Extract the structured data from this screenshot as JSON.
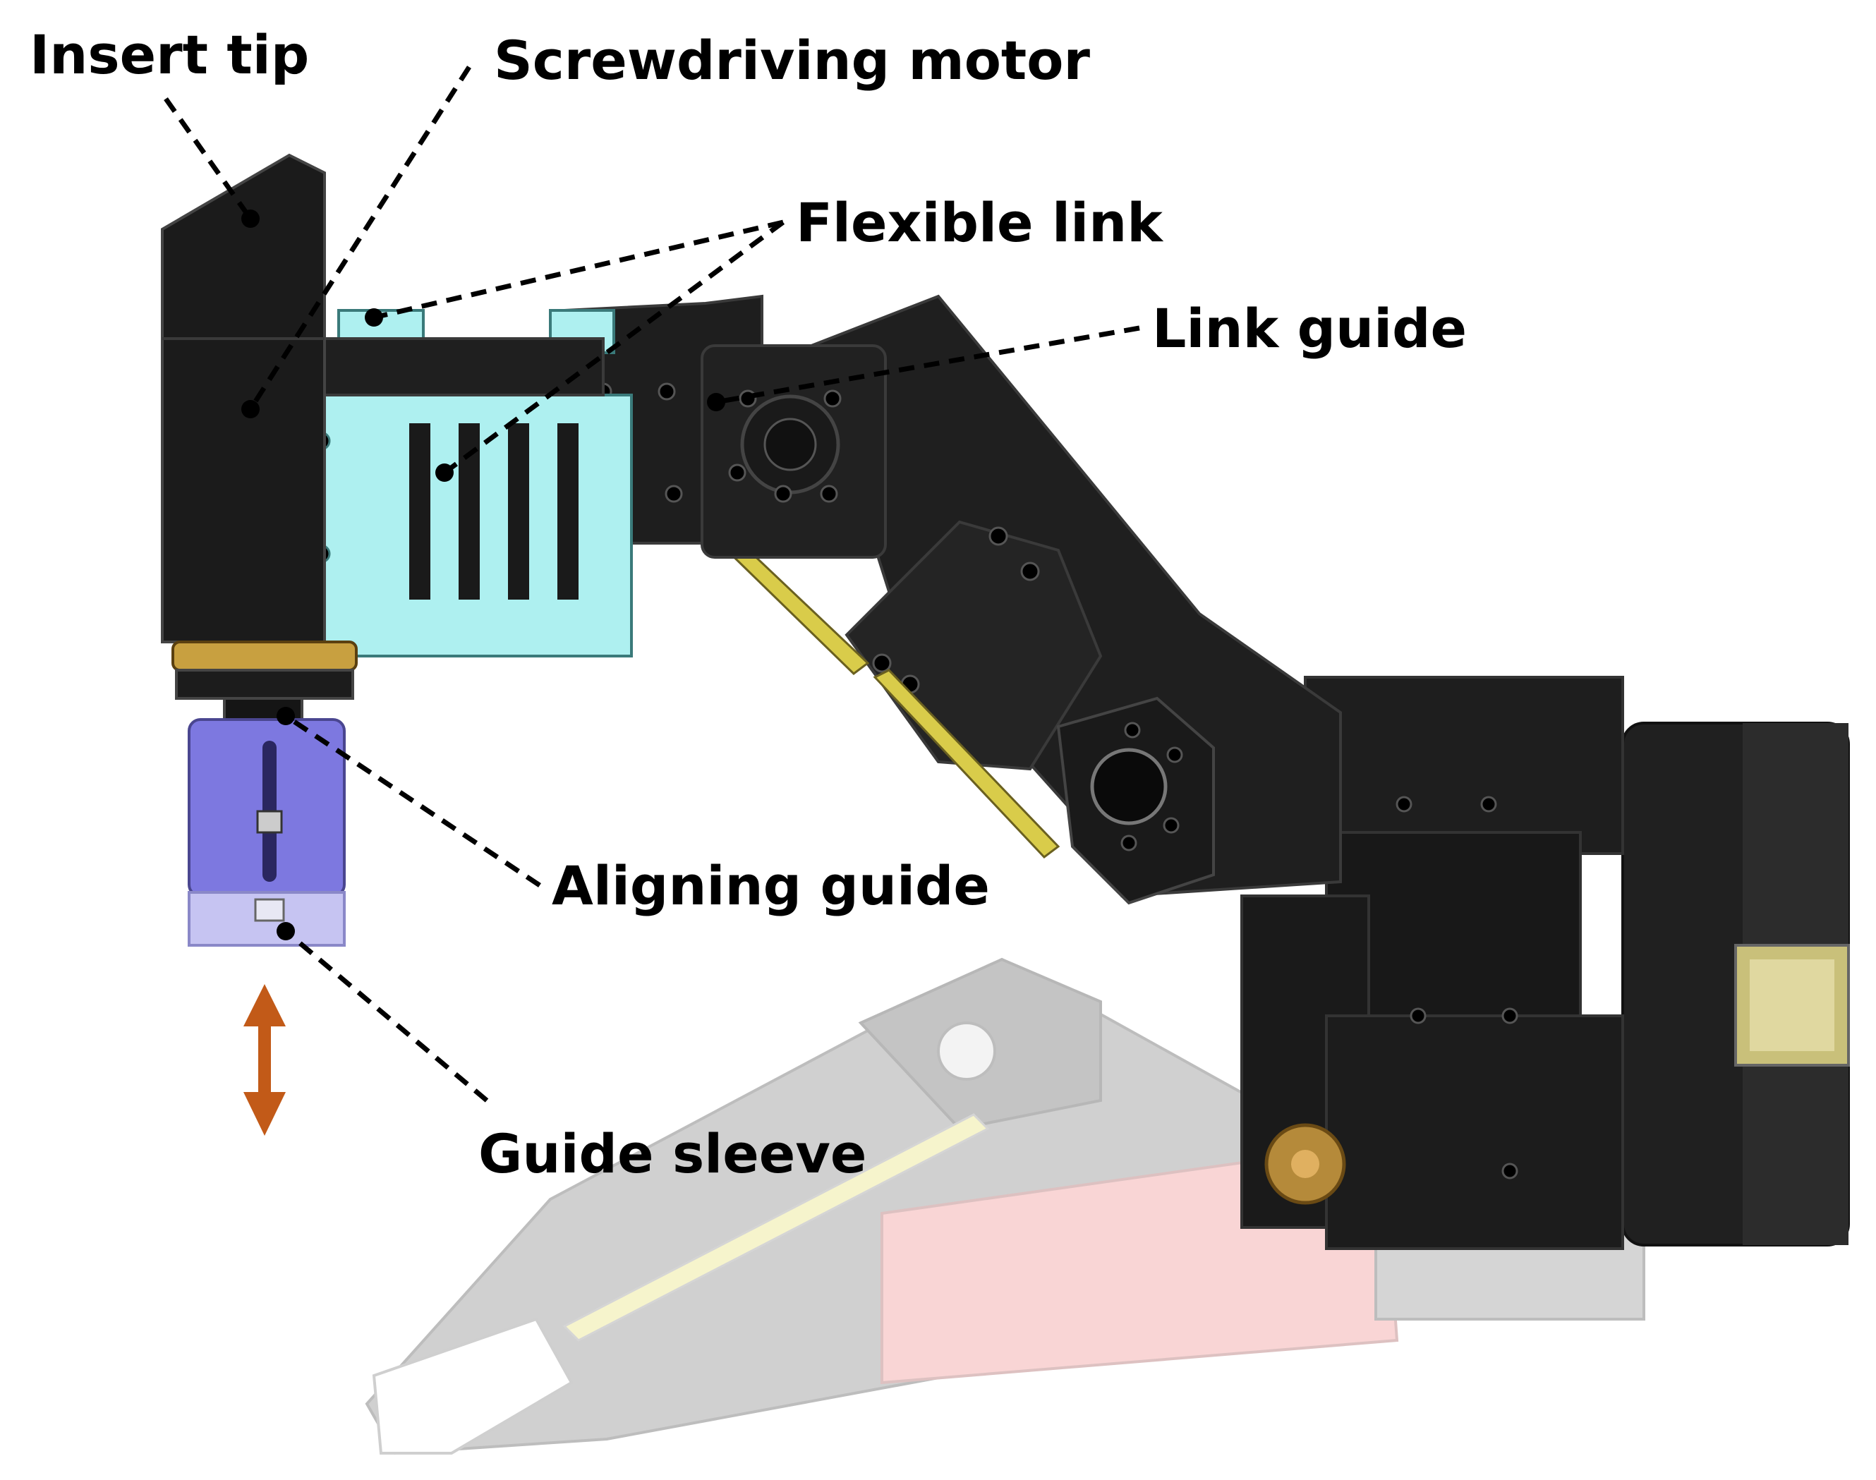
{
  "labels": {
    "insert_tip": "Insert tip",
    "screwdriving_motor": "Screwdriving motor",
    "flexible_link": "Flexible link",
    "link_guide": "Link guide",
    "aligning_guide": "Aligning guide",
    "guide_sleeve": "Guide sleeve"
  },
  "colors": {
    "body": "#1c1c1c",
    "body_edge": "#3a3a3a",
    "link_cyan": "#aef0f0",
    "guide_blue": "#7d78e0",
    "sleeve_light": "#c6c4f2",
    "strip_yellow": "#d9cc4a",
    "red_block": "#e87878",
    "brass": "#c8a040",
    "arrow_orange": "#c25a18",
    "ghost_gray": "#b8b8b8"
  },
  "icons": {
    "arrow": "double-vertical-arrow-icon"
  }
}
